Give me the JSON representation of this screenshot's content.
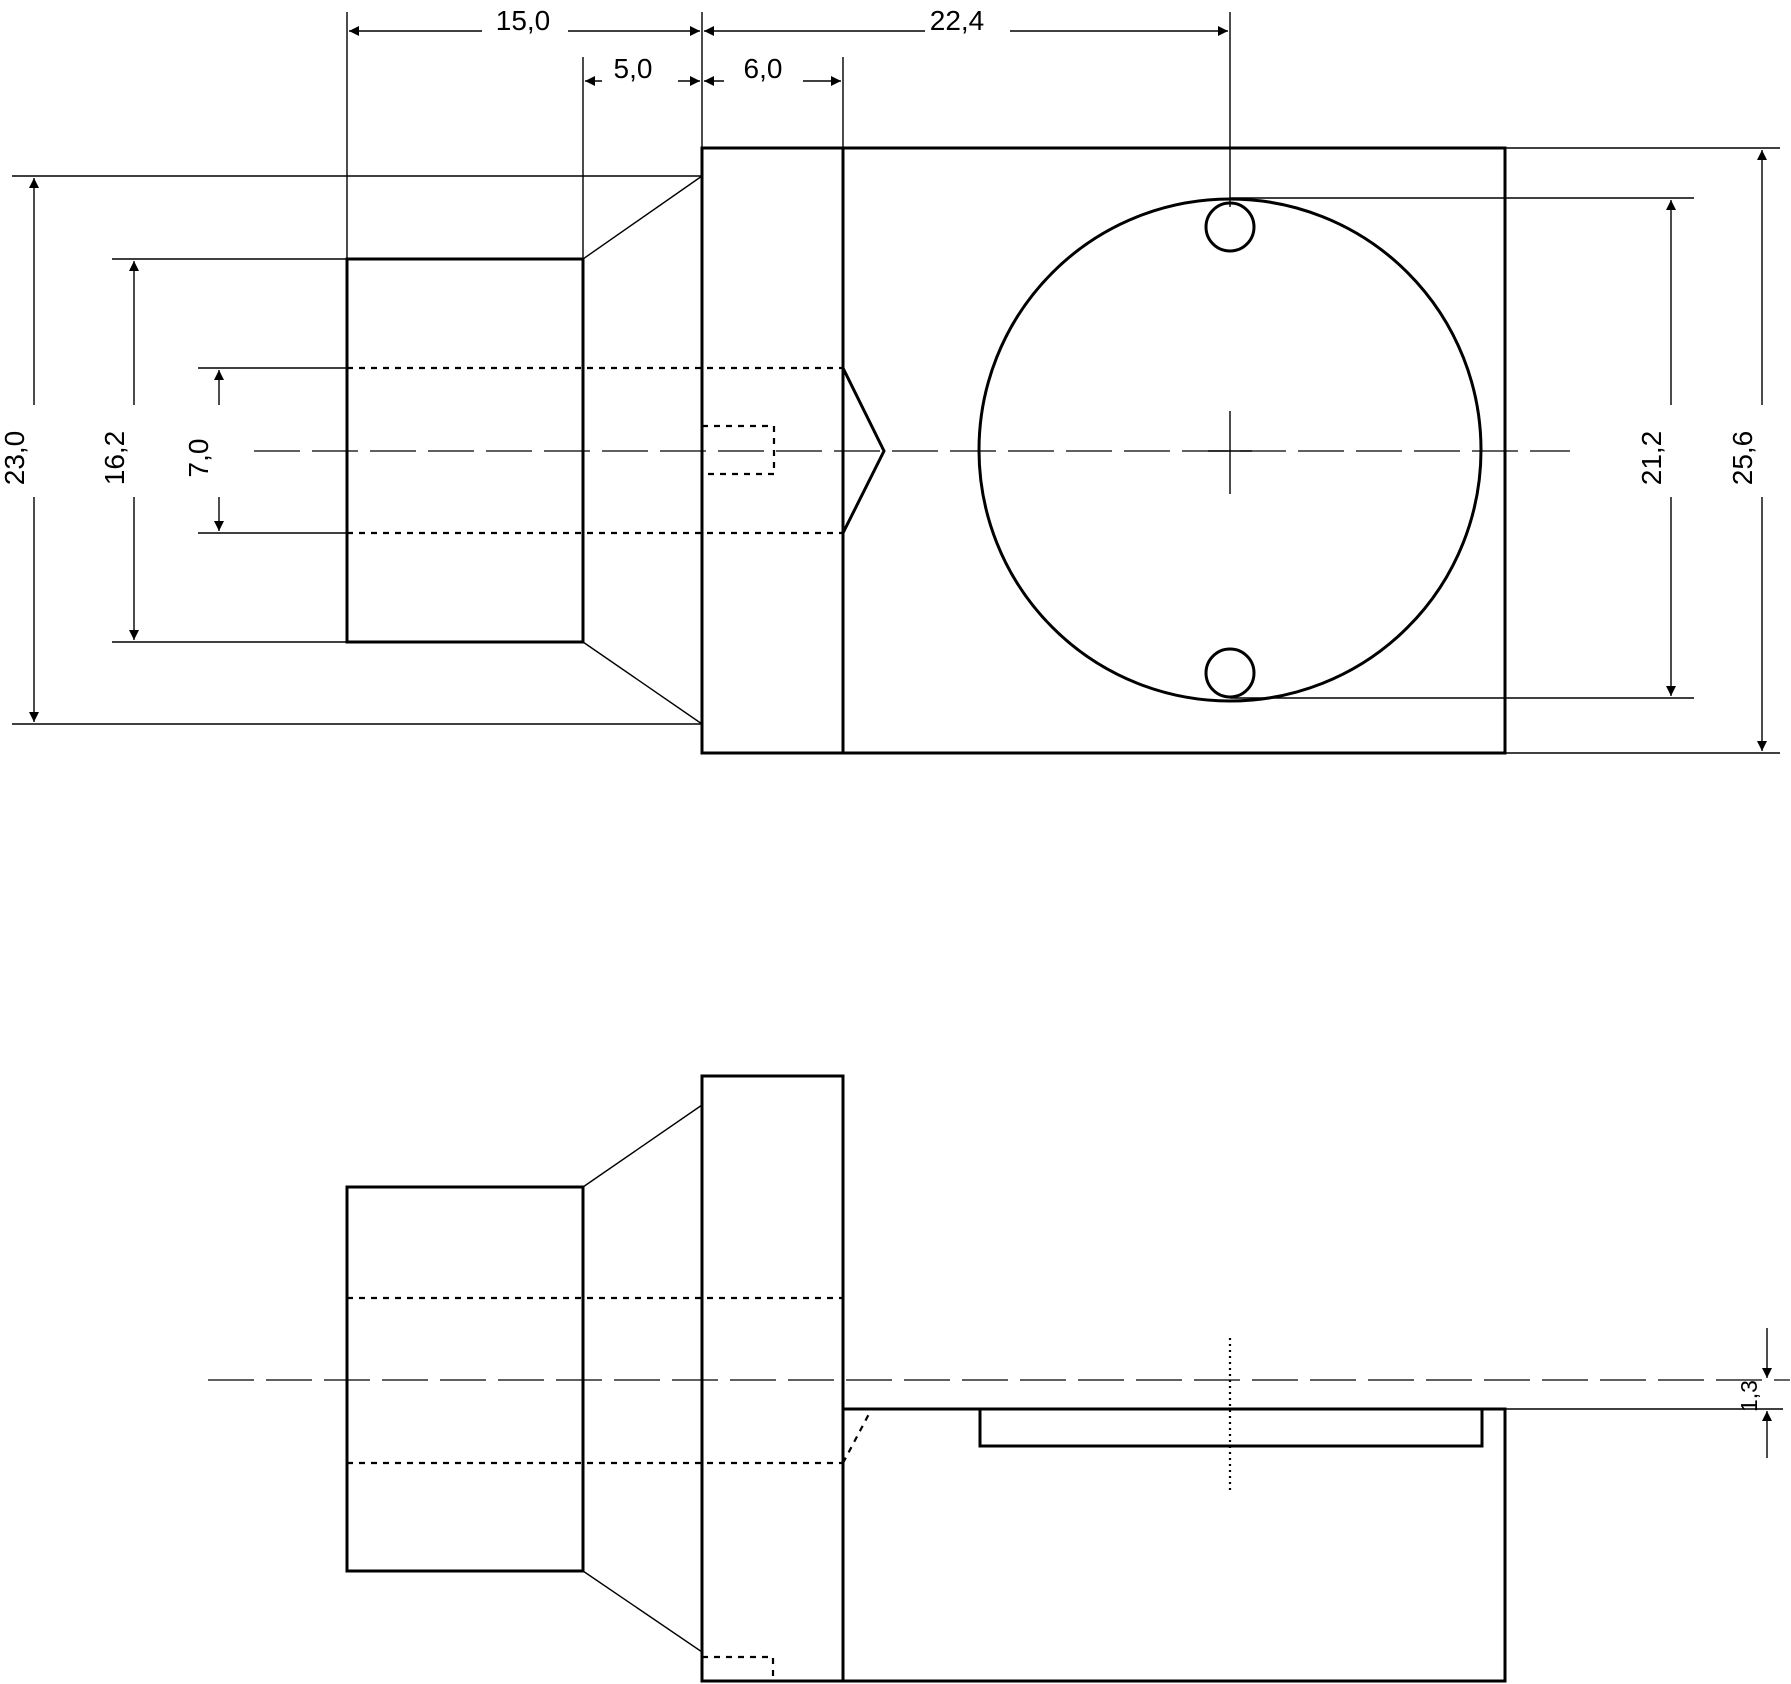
{
  "dimensions": {
    "top_15": "15,0",
    "top_22_4": "22,4",
    "top_5": "5,0",
    "top_6": "6,0",
    "left_23": "23,0",
    "left_16_2": "16,2",
    "left_7": "7,0",
    "right_21_2": "21,2",
    "right_25_6": "25,6",
    "bottom_1_3": "1,3"
  }
}
